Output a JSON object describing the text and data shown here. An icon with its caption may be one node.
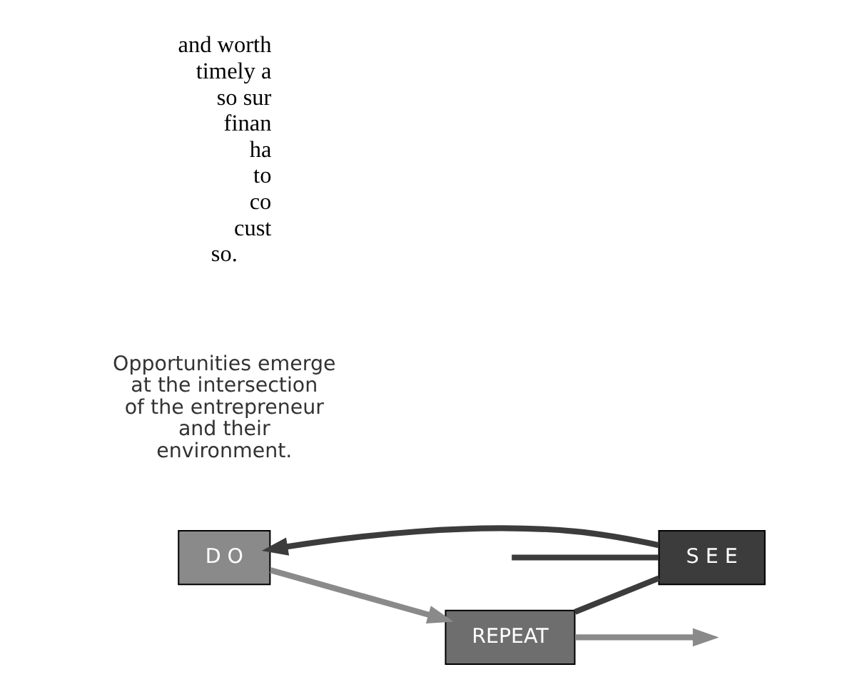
{
  "diagram": {
    "nodes": [
      {
        "text": [
          "D O"
        ]
      },
      {
        "text": [
          "REPEAT"
        ]
      },
      {
        "text": [
          "S E E"
        ]
      },
      {
        "text": [
          "Opportunities emerge at the intersection of the entrepreneur and their environment."
        ]
      }
    ],
    "edges": [
      {
        "from": 0,
        "to": 1,
        "arrow": "to",
        "color": "#8a8a8a"
      },
      {
        "from": 1,
        "to": 2,
        "arrow": "none",
        "color": "#3c3c3c"
      },
      {
        "from": 2,
        "to": 0,
        "arrow": "to",
        "color": "#3c3c3c"
      },
      {
        "from": null,
        "to": 2,
        "arrow": "none",
        "color": "#3c3c3c"
      },
      {
        "from": 1,
        "to": null,
        "arrow": "to",
        "color": "#8a8a8a"
      }
    ],
    "labels": [
      "and worth",
      "timely a",
      "so sur",
      "finan",
      "ha",
      "to",
      "co",
      "cust",
      "so."
    ]
  }
}
